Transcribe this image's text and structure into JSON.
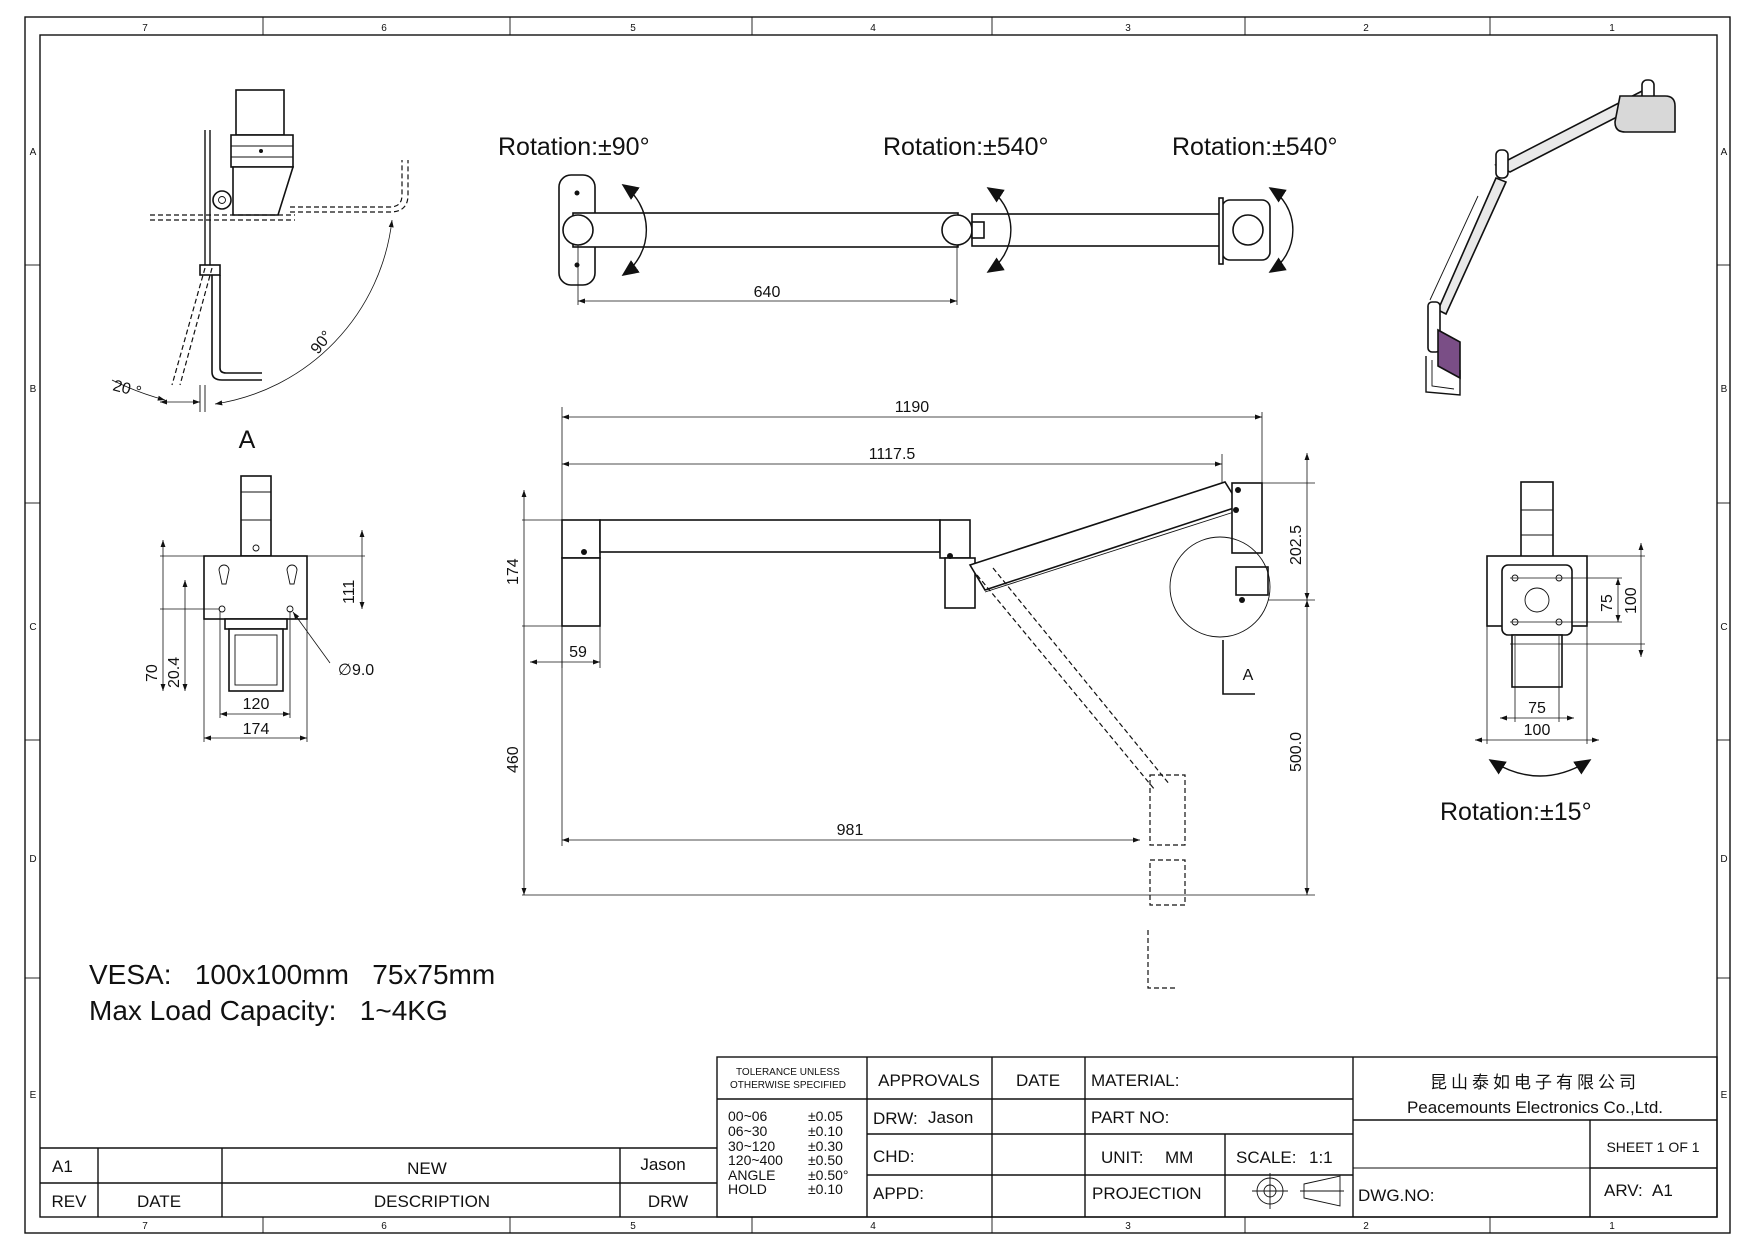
{
  "frame": {
    "col_labels": [
      "7",
      "6",
      "5",
      "4",
      "3",
      "2",
      "1"
    ],
    "row_labels": [
      "A",
      "B",
      "C",
      "D",
      "E"
    ]
  },
  "rotations": {
    "left_joint": "Rotation:±90°",
    "mid_joint": "Rotation:±540°",
    "right_joint": "Rotation:±540°",
    "vesa_tilt": "Rotation:±15°"
  },
  "detail_view": {
    "label": "A",
    "callout_label": "A",
    "angle_20": "20 °",
    "angle_90": "90°"
  },
  "dimensions": {
    "top_arm_length": "640",
    "overall_width": "1190",
    "upper_width": "1117.5",
    "left_height": "174",
    "post_width": "59",
    "left_drop": "460",
    "lower_reach": "981",
    "right_upper": "202.5",
    "right_lower": "500.0",
    "clamp_111": "111",
    "clamp_70": "70",
    "clamp_20_4": "20.4",
    "clamp_120": "120",
    "clamp_174": "174",
    "clamp_hole": "∅9.0",
    "vesa_75_v": "75",
    "vesa_100_v": "100",
    "vesa_75_h": "75",
    "vesa_100_h": "100"
  },
  "specs": {
    "vesa": "VESA:   100x100mm   75x75mm",
    "max_load": "Max Load Capacity:   1~4KG"
  },
  "revision_block": {
    "rev": "A1",
    "date": "",
    "description": "NEW",
    "drw": "Jason",
    "h_rev": "REV",
    "h_date": "DATE",
    "h_description": "DESCRIPTION",
    "h_drw": "DRW"
  },
  "title_block": {
    "tolerance_title_1": "TOLERANCE UNLESS",
    "tolerance_title_2": "OTHERWISE SPECIFIED",
    "tolerances": [
      {
        "range": "00~06",
        "value": "±0.05"
      },
      {
        "range": "06~30",
        "value": "±0.10"
      },
      {
        "range": "30~120",
        "value": "±0.30"
      },
      {
        "range": "120~400",
        "value": "±0.50"
      },
      {
        "range": "ANGLE",
        "value": "±0.50°"
      },
      {
        "range": "HOLD",
        "value": "±0.10"
      }
    ],
    "approvals": "APPROVALS",
    "date": "DATE",
    "drw_label": "DRW:",
    "drw_value": "Jason",
    "chd_label": "CHD:",
    "appd_label": "APPD:",
    "material_label": "MATERIAL:",
    "part_no_label": "PART NO:",
    "unit_label": "UNIT:",
    "unit_value": "MM",
    "scale_label": "SCALE:",
    "scale_value": "1:1",
    "projection_label": "PROJECTION",
    "company_cn": "昆山泰如电子有限公司",
    "company_en": "Peacemounts Electronics Co.,Ltd.",
    "sheet": "SHEET 1 OF 1",
    "dwg_no_label": "DWG.NO:",
    "arv_label": "ARV:",
    "arv_value": "A1"
  },
  "colors": {
    "line": "#111111",
    "accent_plate": "#7a4e86",
    "iso_fill": "#e9e9e9"
  }
}
